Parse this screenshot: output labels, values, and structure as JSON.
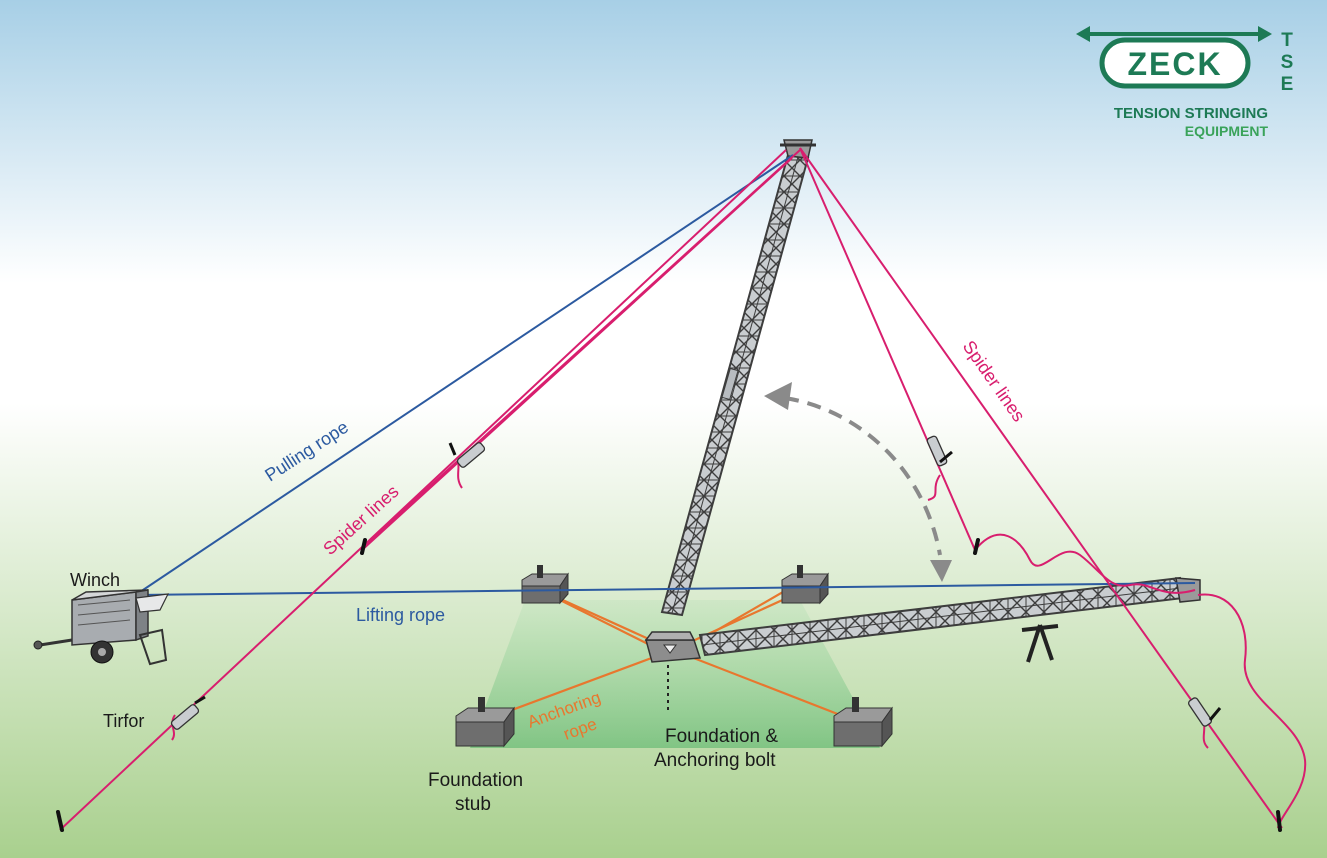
{
  "colors": {
    "sky_top": "#a7cfe6",
    "sky_mid": "#ffffff",
    "ground": "#a9d08e",
    "spider_line": "#d81e6e",
    "pulling_rope": "#2c5aa0",
    "lifting_rope": "#2c5aa0",
    "anchoring_rope": "#e8772e",
    "brand_green": "#1d7a55",
    "brand_light_green": "#3aa35a",
    "mast_fill": "#b8bcc0",
    "mast_stroke": "#3d3d3d",
    "arrow_grey": "#8a8a8a",
    "foundation_green": "#6dbf7a"
  },
  "logo": {
    "brand": "ZECK",
    "side_letters": [
      "T",
      "S",
      "E"
    ],
    "tagline_line1": "TENSION STRINGING",
    "tagline_line2": "EQUIPMENT"
  },
  "labels": {
    "winch": "Winch",
    "pulling_rope": "Pulling rope",
    "lifting_rope": "Lifting rope",
    "spider_lines_left": "Spider lines",
    "spider_lines_right": "Spider lines",
    "tirfor": "Tirfor",
    "anchoring_rope_1": "Anchoring",
    "anchoring_rope_2": "rope",
    "foundation_stub_1": "Foundation",
    "foundation_stub_2": "stub",
    "foundation_bolt_1": "Foundation &",
    "foundation_bolt_2": "Anchoring bolt"
  },
  "icons": {
    "winch": "winch-trailer-icon",
    "tirfor": "tirfor-icon",
    "stub": "foundation-stub-icon",
    "stake": "ground-stake-icon",
    "rotation_arrow": "curved-double-arrow-icon"
  }
}
